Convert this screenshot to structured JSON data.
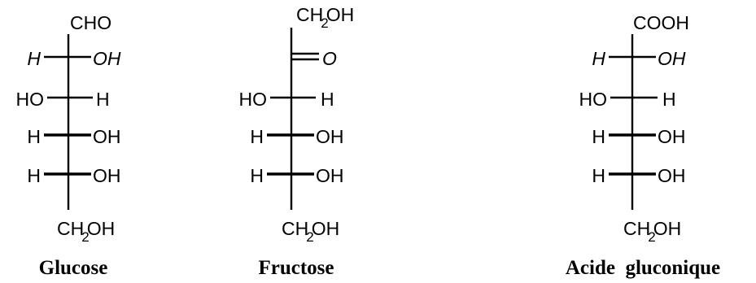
{
  "molecules": [
    {
      "caption": "Glucose",
      "top": "CHO",
      "rows": [
        {
          "left": "H",
          "right": "OH"
        },
        {
          "left": "HO",
          "right": "H"
        },
        {
          "left": "H",
          "right": "OH"
        },
        {
          "left": "H",
          "right": "OH"
        }
      ],
      "bottom": {
        "main": "CH",
        "sub": "2",
        "tail": "OH"
      }
    },
    {
      "caption": "Fructose",
      "top": {
        "main": "CH",
        "sub": "2",
        "tail": "OH"
      },
      "carbonyl": "O",
      "rows": [
        {
          "left": "HO",
          "right": "H"
        },
        {
          "left": "H",
          "right": "OH"
        },
        {
          "left": "H",
          "right": "OH"
        }
      ],
      "bottom": {
        "main": "CH",
        "sub": "2",
        "tail": "OH"
      }
    },
    {
      "caption": "Acide  gluconique",
      "top": "COOH",
      "rows": [
        {
          "left": "H",
          "right": "OH"
        },
        {
          "left": "HO",
          "right": "H"
        },
        {
          "left": "H",
          "right": "OH"
        },
        {
          "left": "H",
          "right": "OH"
        }
      ],
      "bottom": {
        "main": "CH",
        "sub": "2",
        "tail": "OH"
      }
    }
  ]
}
